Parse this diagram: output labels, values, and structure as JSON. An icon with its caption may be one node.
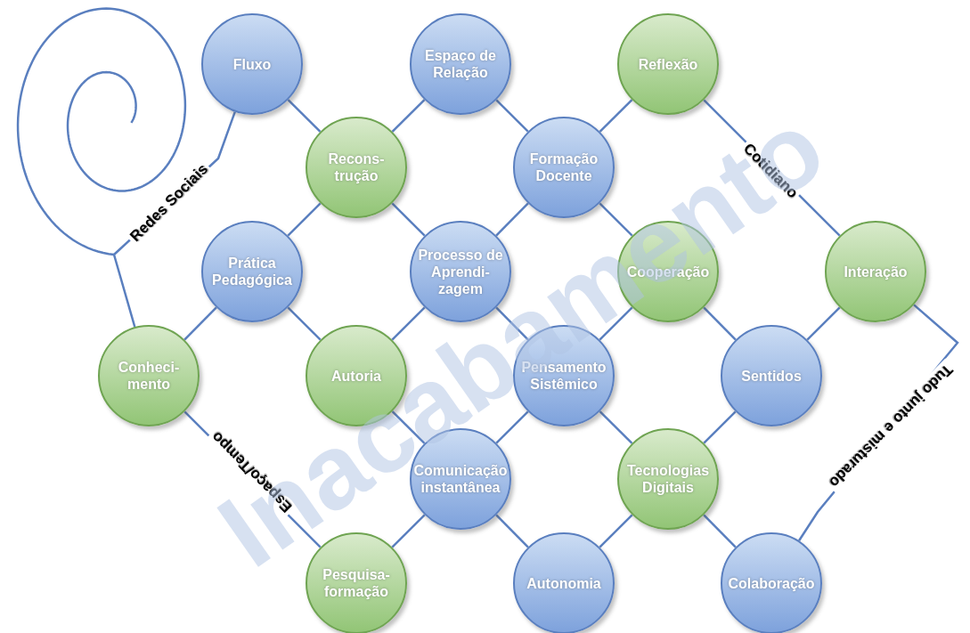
{
  "diagram": {
    "nodes": [
      {
        "text": [
          "Fluxo"
        ]
      },
      {
        "text": [
          "Espaço de Relação"
        ]
      },
      {
        "text": [
          "Reflexão"
        ]
      },
      {
        "text": [
          "Recons- trução"
        ]
      },
      {
        "text": [
          "Formação Docente"
        ]
      },
      {
        "text": [
          "Prática Pedagógica"
        ]
      },
      {
        "text": [
          "Processo de Aprendi- zagem"
        ]
      },
      {
        "text": [
          "Cooperação"
        ]
      },
      {
        "text": [
          "Interação"
        ]
      },
      {
        "text": [
          "Conheci- mento"
        ]
      },
      {
        "text": [
          "Autoria"
        ]
      },
      {
        "text": [
          "Pensamento Sistêmico"
        ]
      },
      {
        "text": [
          "Sentidos"
        ]
      },
      {
        "text": [
          "Comunicação instantânea"
        ]
      },
      {
        "text": [
          "Tecnologias Digitais"
        ]
      },
      {
        "text": [
          "Pesquisa- formação"
        ]
      },
      {
        "text": [
          "Autonomia"
        ]
      },
      {
        "text": [
          "Colaboração"
        ]
      }
    ],
    "edges": [
      {
        "from": 0,
        "to": 3,
        "arrow": "none"
      },
      {
        "from": 1,
        "to": 3,
        "arrow": "none"
      },
      {
        "from": 1,
        "to": 4,
        "arrow": "none"
      },
      {
        "from": 2,
        "to": 4,
        "arrow": "none"
      },
      {
        "from": 3,
        "to": 5,
        "arrow": "none"
      },
      {
        "from": 3,
        "to": 6,
        "arrow": "none"
      },
      {
        "from": 4,
        "to": 6,
        "arrow": "none"
      },
      {
        "from": 4,
        "to": 7,
        "arrow": "none"
      },
      {
        "from": 5,
        "to": 9,
        "arrow": "none"
      },
      {
        "from": 5,
        "to": 10,
        "arrow": "none"
      },
      {
        "from": 6,
        "to": 10,
        "arrow": "none"
      },
      {
        "from": 6,
        "to": 11,
        "arrow": "none"
      },
      {
        "from": 7,
        "to": 11,
        "arrow": "none"
      },
      {
        "from": 7,
        "to": 12,
        "arrow": "none"
      },
      {
        "from": 8,
        "to": 12,
        "arrow": "none"
      },
      {
        "from": 10,
        "to": 13,
        "arrow": "none"
      },
      {
        "from": 11,
        "to": 13,
        "arrow": "none"
      },
      {
        "from": 11,
        "to": 14,
        "arrow": "none"
      },
      {
        "from": 12,
        "to": 14,
        "arrow": "none"
      },
      {
        "from": 13,
        "to": 15,
        "arrow": "none"
      },
      {
        "from": 13,
        "to": 16,
        "arrow": "none"
      },
      {
        "from": 14,
        "to": 16,
        "arrow": "none"
      },
      {
        "from": 14,
        "to": 17,
        "arrow": "none"
      },
      {
        "from": 0,
        "to": 9,
        "label": "Redes Sociais",
        "arrow": "none"
      },
      {
        "from": 2,
        "to": 8,
        "label": "Cotidiano",
        "arrow": "none"
      },
      {
        "from": 9,
        "to": 15,
        "label": "Espaço/Tempo",
        "arrow": "none"
      },
      {
        "from": 8,
        "to": 17,
        "label": "Tudo junto e misturado",
        "arrow": "none"
      }
    ],
    "labels": [
      "Inacabamento"
    ]
  }
}
